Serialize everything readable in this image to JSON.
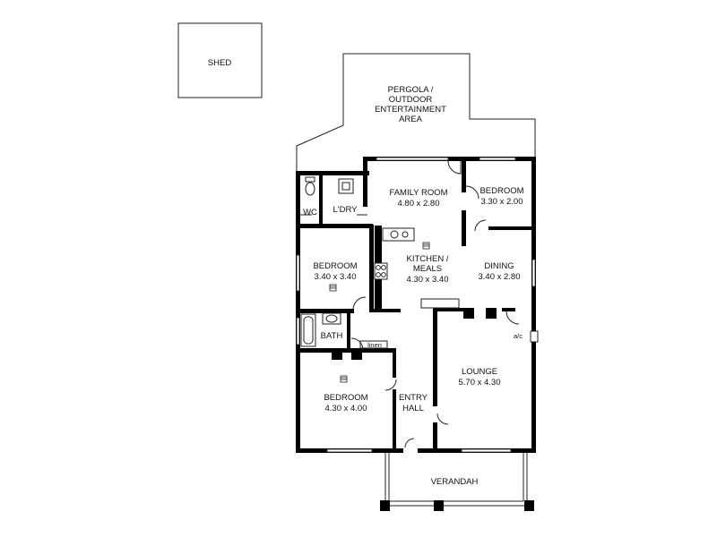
{
  "rooms": {
    "shed": "SHED",
    "pergola": [
      "PERGOLA /",
      "OUTDOOR",
      "ENTERTAINMENT",
      "AREA"
    ],
    "family_room": {
      "name": "FAMILY ROOM",
      "size": "4.80 x 2.80"
    },
    "bedroom_rear": {
      "name": "BEDROOM",
      "size": "3.30 x 2.00"
    },
    "wc": "WC",
    "laundry": "L'DRY",
    "bedroom_mid": {
      "name": "BEDROOM",
      "size": "3.40 x 3.40"
    },
    "kitchen": {
      "name": [
        "KITCHEN /",
        "MEALS"
      ],
      "size": "4.30 x 3.40"
    },
    "dining": {
      "name": "DINING",
      "size": "3.40 x 2.80"
    },
    "bath": "BATH",
    "linen": "linen",
    "ac": "a/c",
    "lounge": {
      "name": "LOUNGE",
      "size": "5.70 x 4.30"
    },
    "bedroom_front": {
      "name": "BEDROOM",
      "size": "4.30 x 4.00"
    },
    "entry_hall": [
      "ENTRY",
      "HALL"
    ],
    "verandah": "VERANDAH"
  }
}
